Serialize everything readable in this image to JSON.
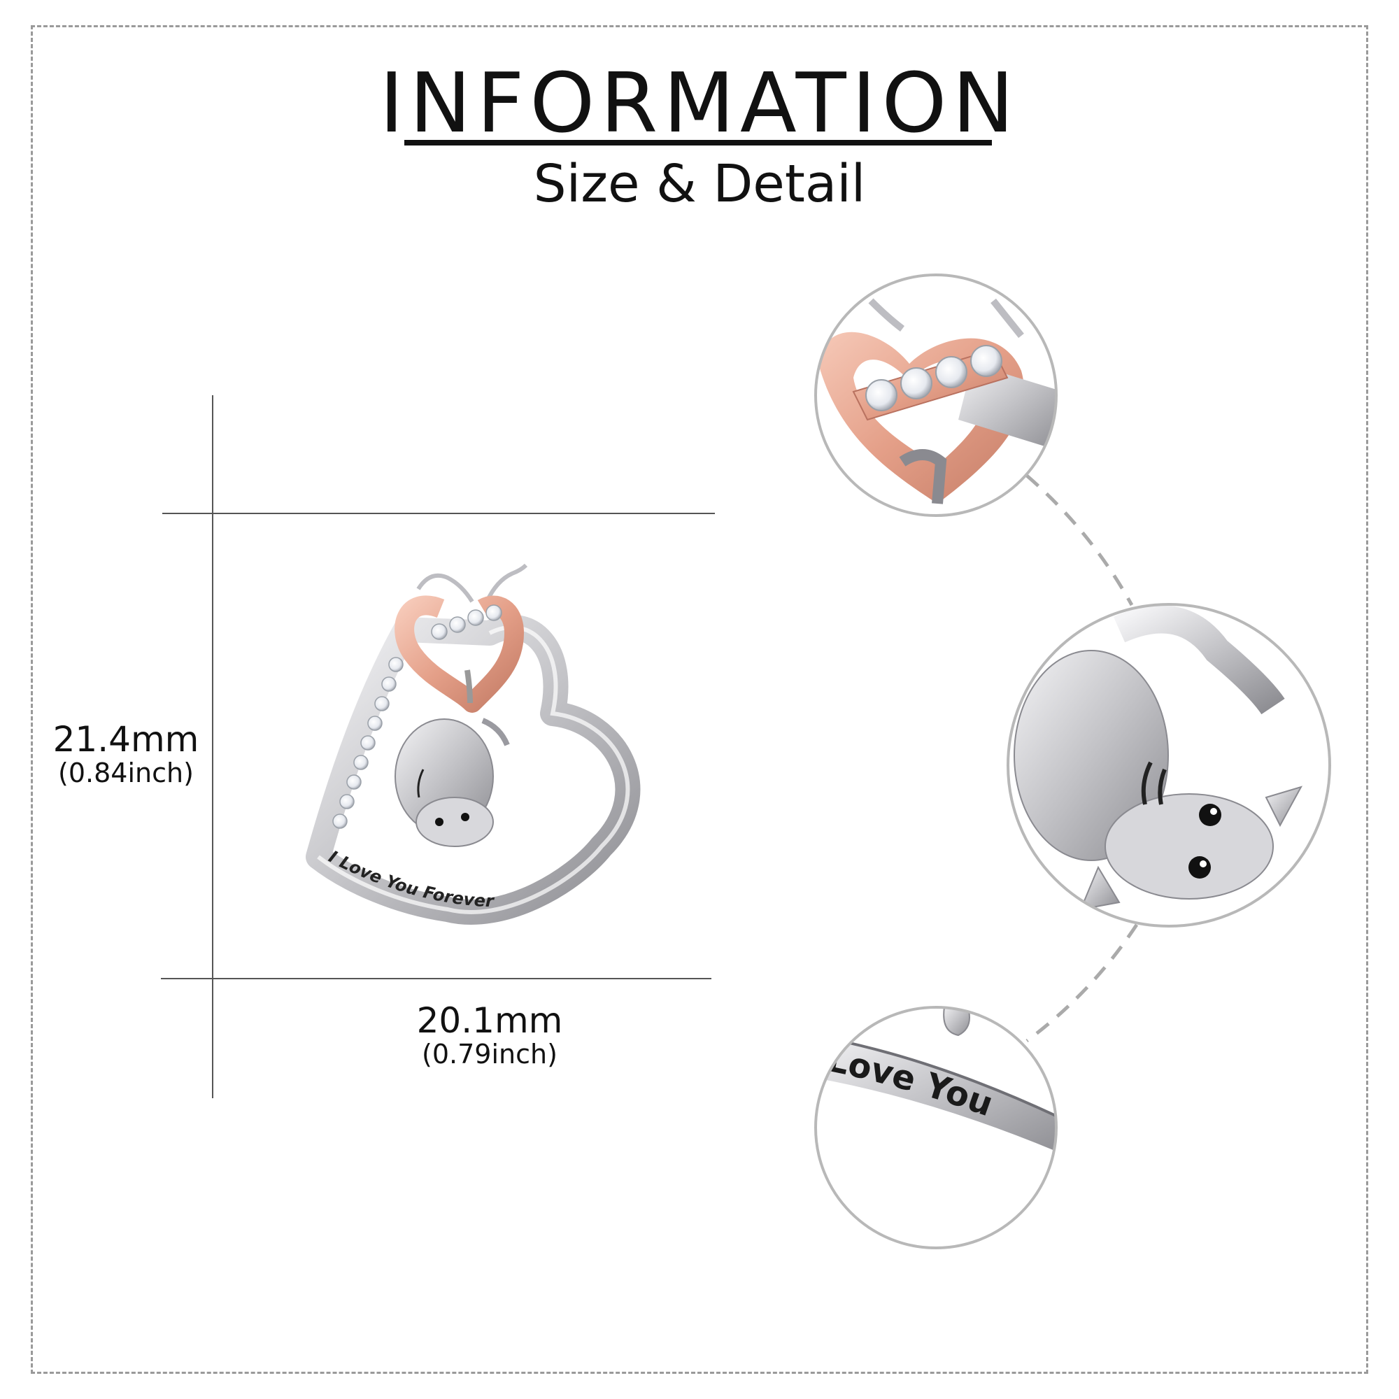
{
  "header": {
    "title": "INFORMATION",
    "subtitle": "Size & Detail"
  },
  "dimensions": {
    "height": {
      "mm": "21.4mm",
      "inch": "(0.84inch)"
    },
    "width": {
      "mm": "20.1mm",
      "inch": "(0.79inch)"
    }
  },
  "pendant": {
    "engraving": "I Love You Forever"
  },
  "details": [
    {
      "name": "stone-setting-detail"
    },
    {
      "name": "animal-detail"
    },
    {
      "name": "engraving-detail",
      "engraving": "Love You"
    }
  ],
  "colors": {
    "rose_gold": "#e9a892",
    "silver": "#c9c9cc",
    "crystal": "#f2f4f8",
    "circle_border": "#b8b8b8",
    "dash": "#aaaaaa"
  }
}
